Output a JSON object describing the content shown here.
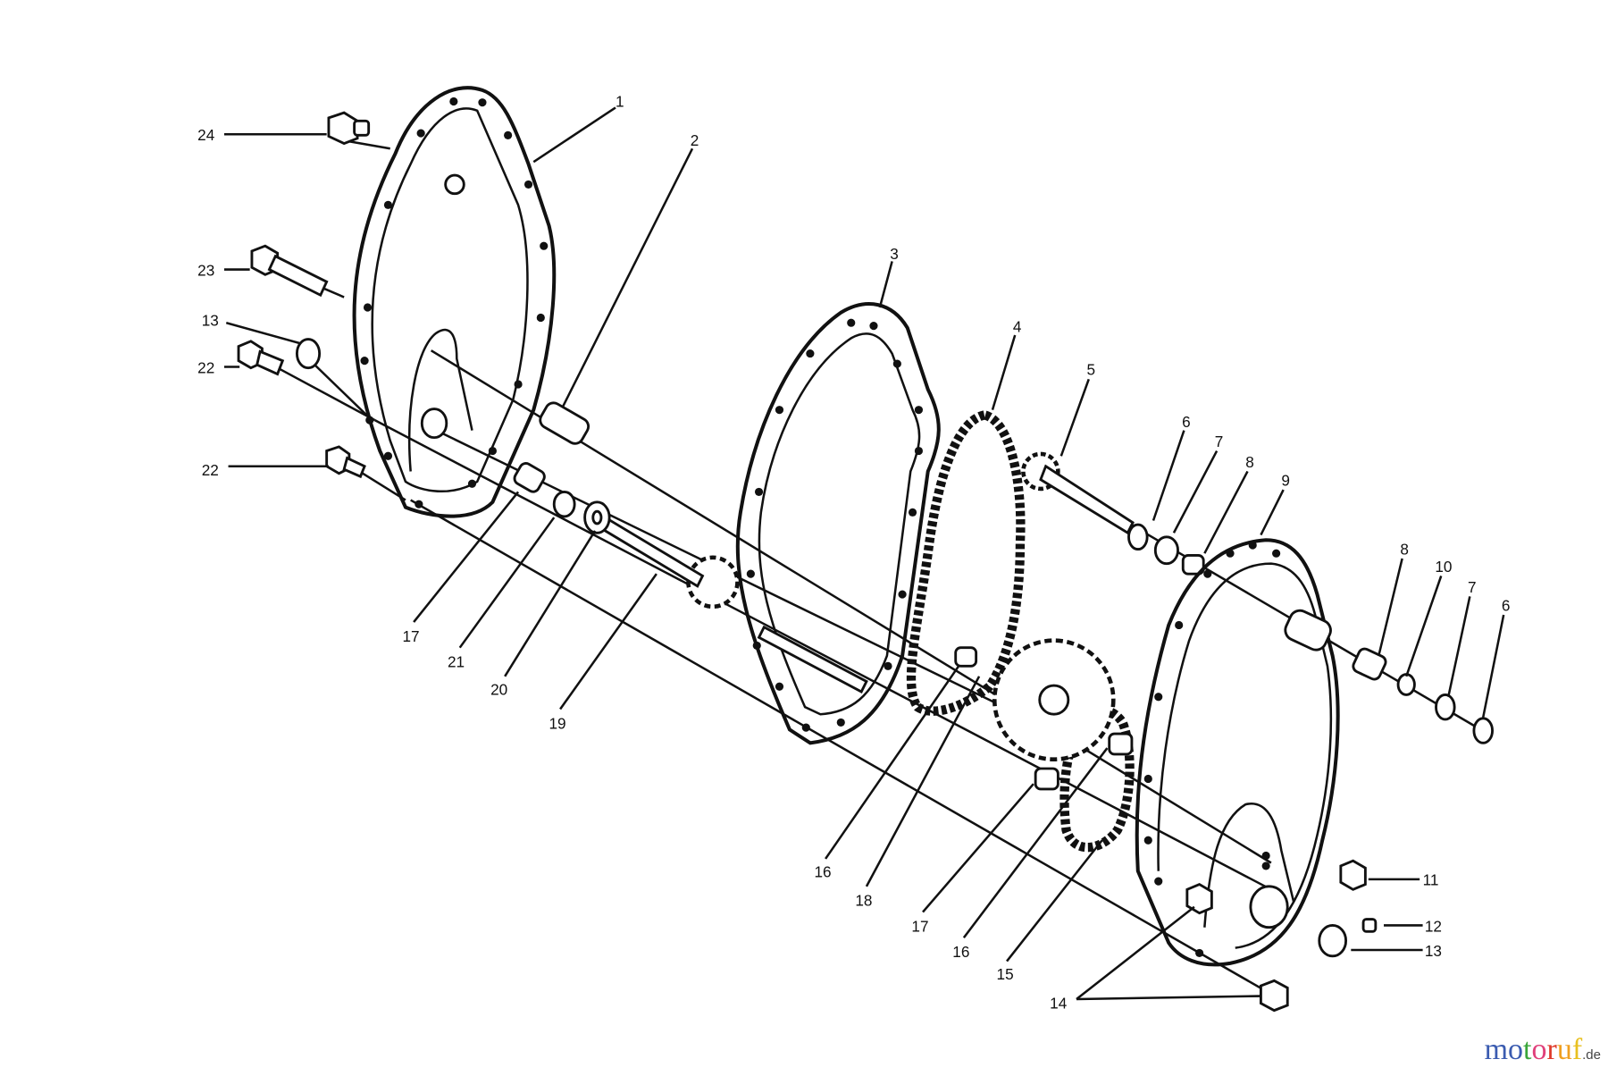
{
  "diagram": {
    "labels": [
      {
        "id": "l1",
        "text": "1"
      },
      {
        "id": "l2",
        "text": "2"
      },
      {
        "id": "l3",
        "text": "3"
      },
      {
        "id": "l4",
        "text": "4"
      },
      {
        "id": "l5",
        "text": "5"
      },
      {
        "id": "l6a",
        "text": "6"
      },
      {
        "id": "l7a",
        "text": "7"
      },
      {
        "id": "l8a",
        "text": "8"
      },
      {
        "id": "l9",
        "text": "9"
      },
      {
        "id": "l8b",
        "text": "8"
      },
      {
        "id": "l10",
        "text": "10"
      },
      {
        "id": "l7b",
        "text": "7"
      },
      {
        "id": "l6b",
        "text": "6"
      },
      {
        "id": "l11",
        "text": "11"
      },
      {
        "id": "l12",
        "text": "12"
      },
      {
        "id": "l13b",
        "text": "13"
      },
      {
        "id": "l14",
        "text": "14"
      },
      {
        "id": "l15",
        "text": "15"
      },
      {
        "id": "l16b",
        "text": "16"
      },
      {
        "id": "l17b",
        "text": "17"
      },
      {
        "id": "l18",
        "text": "18"
      },
      {
        "id": "l16a",
        "text": "16"
      },
      {
        "id": "l19",
        "text": "19"
      },
      {
        "id": "l20",
        "text": "20"
      },
      {
        "id": "l21",
        "text": "21"
      },
      {
        "id": "l17a",
        "text": "17"
      },
      {
        "id": "l22b",
        "text": "22"
      },
      {
        "id": "l22a",
        "text": "22"
      },
      {
        "id": "l13a",
        "text": "13"
      },
      {
        "id": "l23",
        "text": "23"
      },
      {
        "id": "l24",
        "text": "24"
      }
    ]
  },
  "watermark": {
    "letters": [
      "m",
      "o",
      "t",
      "o",
      "r",
      "u",
      "f"
    ],
    "colors": [
      "#3a5bb0",
      "#3a5bb0",
      "#3aa63a",
      "#e0407a",
      "#e03a2a",
      "#f0a020",
      "#e8c020"
    ],
    "suffix": ".de"
  }
}
